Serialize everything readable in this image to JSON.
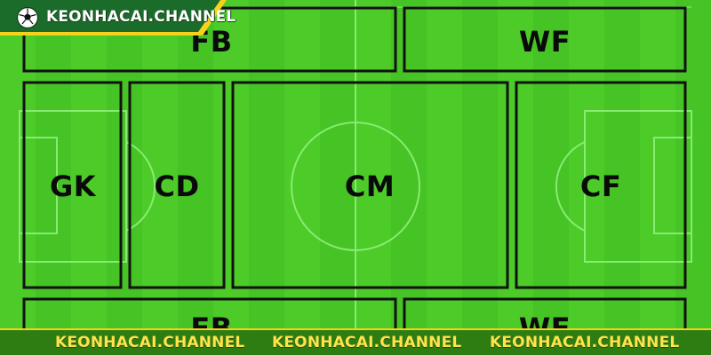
{
  "brand": {
    "logo_text": "KEONHACAI.CHANNEL",
    "logo_icon": "soccer-ball-icon",
    "badge_color": "#1b6b2a",
    "badge_accent": "#f7d21a"
  },
  "pitch": {
    "grass_color": "#4cc828",
    "line_color": "#8ff07a",
    "zone_border_color": "#111111"
  },
  "zones": {
    "fb_top": "FB",
    "wf_top": "WF",
    "gk": "GK",
    "cd": "CD",
    "cm": "CM",
    "cf": "CF",
    "fb_bottom": "FB",
    "wf_bottom": "WF"
  },
  "footer": {
    "items": [
      "KEONHACAI.CHANNEL",
      "KEONHACAI.CHANNEL",
      "KEONHACAI.CHANNEL"
    ],
    "text_color": "#ffe34d",
    "band_color": "#2e7d12"
  }
}
